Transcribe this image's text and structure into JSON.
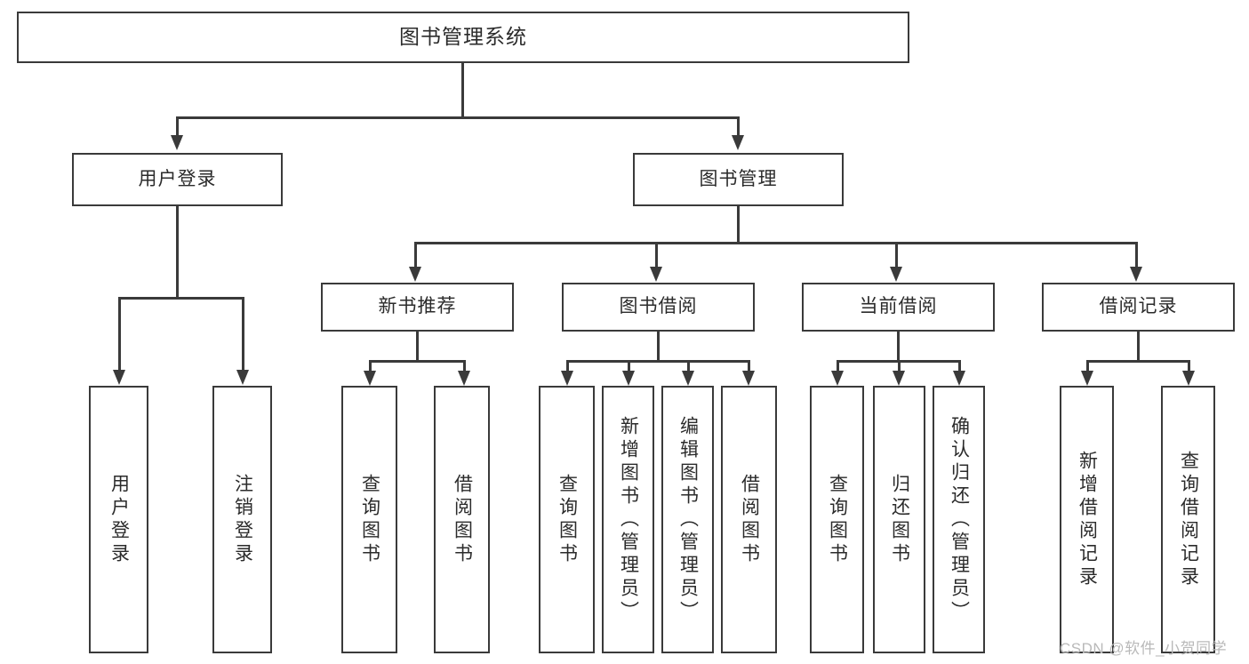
{
  "diagram": {
    "type": "tree-hierarchy-functional-decomposition",
    "title": "图书管理系统",
    "watermark": "CSDN @软件_小贺同学",
    "colors": {
      "stroke": "#3a3a3a",
      "fill": "#ffffff",
      "text": "#2b2b2b",
      "watermark": "#b9b9b9",
      "background": "#ffffff"
    },
    "nodes": {
      "root": {
        "label": "图书管理系统"
      },
      "level1": [
        {
          "id": "user-login",
          "label": "用户登录"
        },
        {
          "id": "book-manage",
          "label": "图书管理"
        }
      ],
      "level2": [
        {
          "id": "new-book-recommend",
          "label": "新书推荐",
          "parent": "book-manage"
        },
        {
          "id": "book-borrow",
          "label": "图书借阅",
          "parent": "book-manage"
        },
        {
          "id": "current-borrow",
          "label": "当前借阅",
          "parent": "book-manage"
        },
        {
          "id": "borrow-record",
          "label": "借阅记录",
          "parent": "book-manage"
        }
      ],
      "leaves": [
        {
          "id": "leaf-user-login",
          "label": "用户登录",
          "parent": "user-login"
        },
        {
          "id": "leaf-user-logout",
          "label": "注销登录",
          "parent": "user-login"
        },
        {
          "id": "leaf-query-book-1",
          "label": "查询图书",
          "parent": "new-book-recommend"
        },
        {
          "id": "leaf-borrow-book-1",
          "label": "借阅图书",
          "parent": "new-book-recommend"
        },
        {
          "id": "leaf-query-book-2",
          "label": "查询图书",
          "parent": "book-borrow"
        },
        {
          "id": "leaf-add-book-admin",
          "label": "新增图书（管理员）",
          "parent": "book-borrow"
        },
        {
          "id": "leaf-edit-book-admin",
          "label": "编辑图书（管理员）",
          "parent": "book-borrow"
        },
        {
          "id": "leaf-borrow-book-2",
          "label": "借阅图书",
          "parent": "book-borrow"
        },
        {
          "id": "leaf-query-book-3",
          "label": "查询图书",
          "parent": "current-borrow"
        },
        {
          "id": "leaf-return-book",
          "label": "归还图书",
          "parent": "current-borrow"
        },
        {
          "id": "leaf-confirm-return-admin",
          "label": "确认归还（管理员）",
          "parent": "current-borrow"
        },
        {
          "id": "leaf-add-borrow-record",
          "label": "新增借阅记录",
          "parent": "borrow-record"
        },
        {
          "id": "leaf-query-borrow-record",
          "label": "查询借阅记录",
          "parent": "borrow-record"
        }
      ]
    }
  }
}
